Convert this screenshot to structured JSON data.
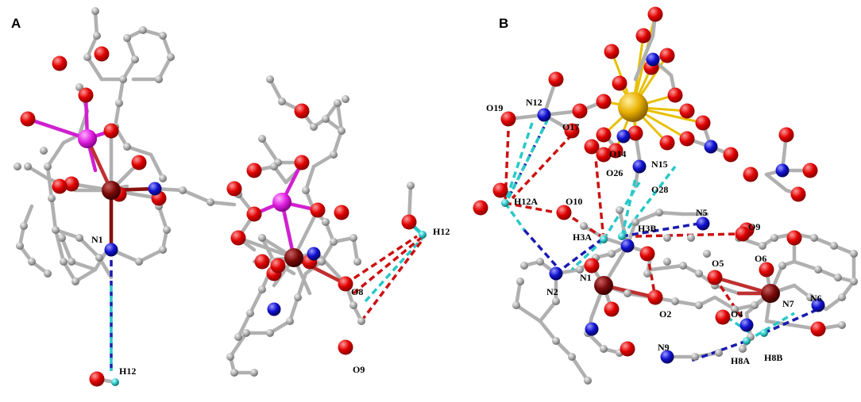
{
  "panels": [
    {
      "letter": "A",
      "labels": [
        "N1",
        "H12",
        "O8",
        "H12",
        "O9"
      ]
    },
    {
      "letter": "B",
      "labels": [
        "O19",
        "N12",
        "O17",
        "O14",
        "O26",
        "N15",
        "O28",
        "H12A",
        "O10",
        "N5",
        "O9",
        "H3A",
        "H3B",
        "O5",
        "O6",
        "N1",
        "N2",
        "N7",
        "N6",
        "O2",
        "O4",
        "N9",
        "H8A",
        "H8B"
      ]
    }
  ],
  "colors": {
    "carbon": "#9a9a9a",
    "oxygen": "#e00000",
    "nitrogen": "#1010d0",
    "metal": "#7a0a0a",
    "phosphorus": "#e020e0",
    "hydrogen": "#30c8c8",
    "lanthanide": "#e8b000",
    "bond": "#b0b0b0",
    "h_bond_red": "#cc1111",
    "h_bond_blue": "#1a1ab0",
    "h_bond_cyan": "#28c8c8",
    "la_bond": "#e8c000"
  }
}
